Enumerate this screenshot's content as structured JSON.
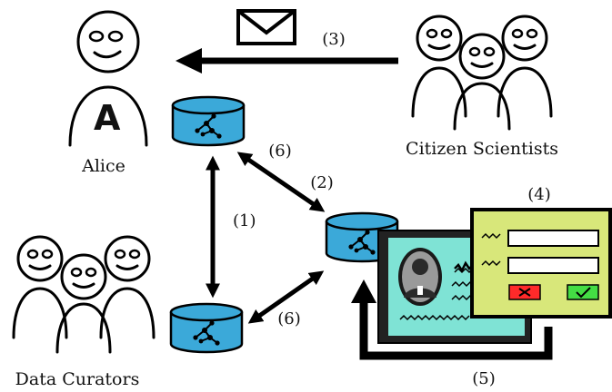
{
  "actors": {
    "alice": {
      "name": "Alice",
      "badge": "A"
    },
    "citizen_scientists": {
      "name": "Citizen Scientists"
    },
    "data_curators": {
      "name": "Data Curators"
    }
  },
  "edges": {
    "step1": "(1)",
    "step2": "(2)",
    "step3": "(3)",
    "step4": "(4)",
    "step5": "(5)",
    "step6_upper": "(6)",
    "step6_lower": "(6)"
  },
  "colors": {
    "database": "#3ba9d9",
    "id_card": "#7fe3d5",
    "form_panel": "#d8e77a",
    "reject_button": "#ff2a2a",
    "accept_button": "#44dd44"
  },
  "icons": {
    "mail": "envelope-icon",
    "database": "graph-database-icon",
    "reject": "cross-icon",
    "accept": "check-icon"
  }
}
